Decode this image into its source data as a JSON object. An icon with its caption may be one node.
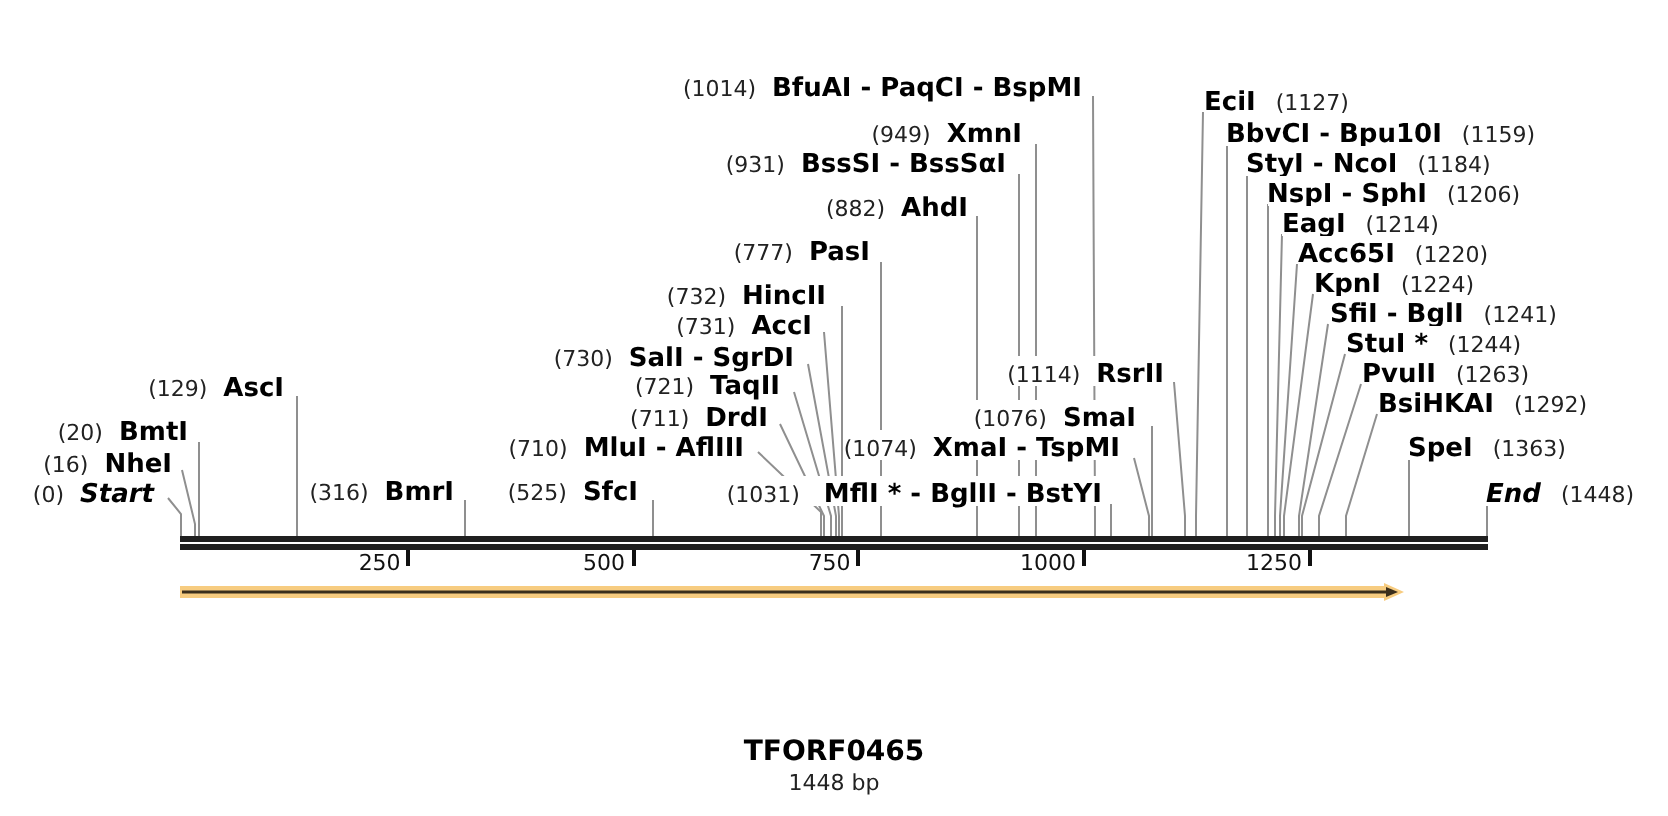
{
  "diagram": {
    "title": "TFORF0465",
    "caption": "1448 bp",
    "nodes": [
      {
        "text": [
          "(0)",
          "Start"
        ]
      },
      {
        "text": [
          "(16)",
          "NheI"
        ]
      },
      {
        "text": [
          "(20)",
          "BmtI"
        ]
      },
      {
        "text": [
          "(129)",
          "AscI"
        ]
      },
      {
        "text": [
          "(316)",
          "BmrI"
        ]
      },
      {
        "text": [
          "(525)",
          "SfcI"
        ]
      },
      {
        "text": [
          "(710)",
          "MluI - AflIII"
        ]
      },
      {
        "text": [
          "(711)",
          "DrdI"
        ]
      },
      {
        "text": [
          "(721)",
          "TaqII"
        ]
      },
      {
        "text": [
          "(730)",
          "SalI - SgrDI"
        ]
      },
      {
        "text": [
          "(731)",
          "AccI"
        ]
      },
      {
        "text": [
          "(732)",
          "HincII"
        ]
      },
      {
        "text": [
          "(777)",
          "PasI"
        ]
      },
      {
        "text": [
          "(882)",
          "AhdI"
        ]
      },
      {
        "text": [
          "(931)",
          "BssSI - BssSαI"
        ]
      },
      {
        "text": [
          "(949)",
          "XmnI"
        ]
      },
      {
        "text": [
          "(1014)",
          "BfuAI - PaqCI - BspMI"
        ]
      },
      {
        "text": [
          "(1031)",
          "MflI * - BglII - BstYI"
        ]
      },
      {
        "text": [
          "(1074)",
          "XmaI - TspMI"
        ]
      },
      {
        "text": [
          "(1076)",
          "SmaI"
        ]
      },
      {
        "text": [
          "(1114)",
          "RsrII"
        ]
      },
      {
        "text": [
          "EciI",
          "(1127)"
        ]
      },
      {
        "text": [
          "BbvCI - Bpu10I",
          "(1159)"
        ]
      },
      {
        "text": [
          "StyI - NcoI",
          "(1184)"
        ]
      },
      {
        "text": [
          "NspI - SphI",
          "(1206)"
        ]
      },
      {
        "text": [
          "EagI",
          "(1214)"
        ]
      },
      {
        "text": [
          "Acc65I",
          "(1220)"
        ]
      },
      {
        "text": [
          "KpnI",
          "(1224)"
        ]
      },
      {
        "text": [
          "SfiI - BglI",
          "(1241)"
        ]
      },
      {
        "text": [
          "StuI *",
          "(1244)"
        ]
      },
      {
        "text": [
          "PvuII",
          "(1263)"
        ]
      },
      {
        "text": [
          "BsiHKAI",
          "(1292)"
        ]
      },
      {
        "text": [
          "SpeI",
          "(1363)"
        ]
      },
      {
        "text": [
          "End",
          "(1448)"
        ]
      },
      {
        "text": [],
        "shape": "bar"
      }
    ],
    "edges": [
      {
        "from": 0,
        "to": 34,
        "arrow": "none"
      },
      {
        "from": 1,
        "to": 34,
        "arrow": "none"
      },
      {
        "from": 2,
        "to": 34,
        "arrow": "none"
      },
      {
        "from": 3,
        "to": 34,
        "arrow": "none"
      },
      {
        "from": 4,
        "to": 34,
        "arrow": "none"
      },
      {
        "from": 5,
        "to": 34,
        "arrow": "none"
      },
      {
        "from": 6,
        "to": 34,
        "arrow": "none"
      },
      {
        "from": 7,
        "to": 34,
        "arrow": "none"
      },
      {
        "from": 8,
        "to": 34,
        "arrow": "none"
      },
      {
        "from": 9,
        "to": 34,
        "arrow": "none"
      },
      {
        "from": 10,
        "to": 34,
        "arrow": "none"
      },
      {
        "from": 11,
        "to": 34,
        "arrow": "none"
      },
      {
        "from": 12,
        "to": 34,
        "arrow": "none"
      },
      {
        "from": 13,
        "to": 34,
        "arrow": "none"
      },
      {
        "from": 14,
        "to": 34,
        "arrow": "none"
      },
      {
        "from": 15,
        "to": 34,
        "arrow": "none"
      },
      {
        "from": 16,
        "to": 34,
        "arrow": "none"
      },
      {
        "from": 17,
        "to": 34,
        "arrow": "none"
      },
      {
        "from": 18,
        "to": 34,
        "arrow": "none"
      },
      {
        "from": 19,
        "to": 34,
        "arrow": "none"
      },
      {
        "from": 20,
        "to": 34,
        "arrow": "none"
      },
      {
        "from": 21,
        "to": 34,
        "arrow": "none"
      },
      {
        "from": 22,
        "to": 34,
        "arrow": "none"
      },
      {
        "from": 23,
        "to": 34,
        "arrow": "none"
      },
      {
        "from": 24,
        "to": 34,
        "arrow": "none"
      },
      {
        "from": 25,
        "to": 34,
        "arrow": "none"
      },
      {
        "from": 26,
        "to": 34,
        "arrow": "none"
      },
      {
        "from": 27,
        "to": 34,
        "arrow": "none"
      },
      {
        "from": 28,
        "to": 34,
        "arrow": "none"
      },
      {
        "from": 29,
        "to": 34,
        "arrow": "none"
      },
      {
        "from": 30,
        "to": 34,
        "arrow": "none"
      },
      {
        "from": 31,
        "to": 34,
        "arrow": "none"
      },
      {
        "from": 32,
        "to": 34,
        "arrow": "none"
      },
      {
        "from": 33,
        "to": 34,
        "arrow": "none"
      }
    ],
    "labels": [
      "250",
      "500",
      "750",
      "1000",
      "1250"
    ]
  }
}
